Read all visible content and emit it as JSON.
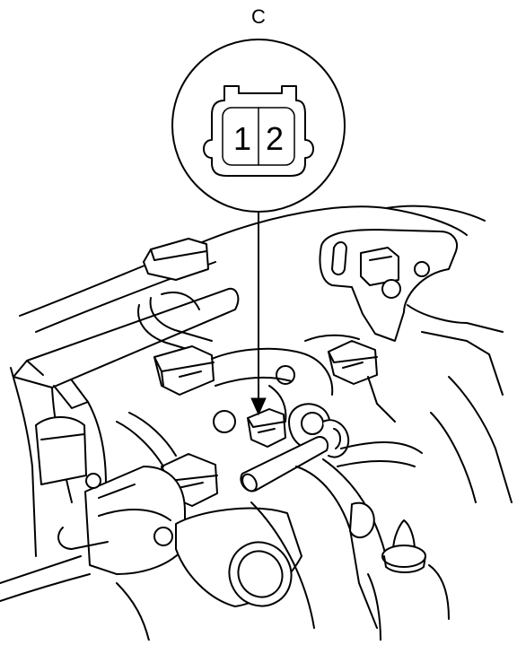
{
  "callout": {
    "label": "C",
    "pins": [
      "1",
      "2"
    ]
  },
  "colors": {
    "line": "#000000",
    "background": "#ffffff"
  }
}
